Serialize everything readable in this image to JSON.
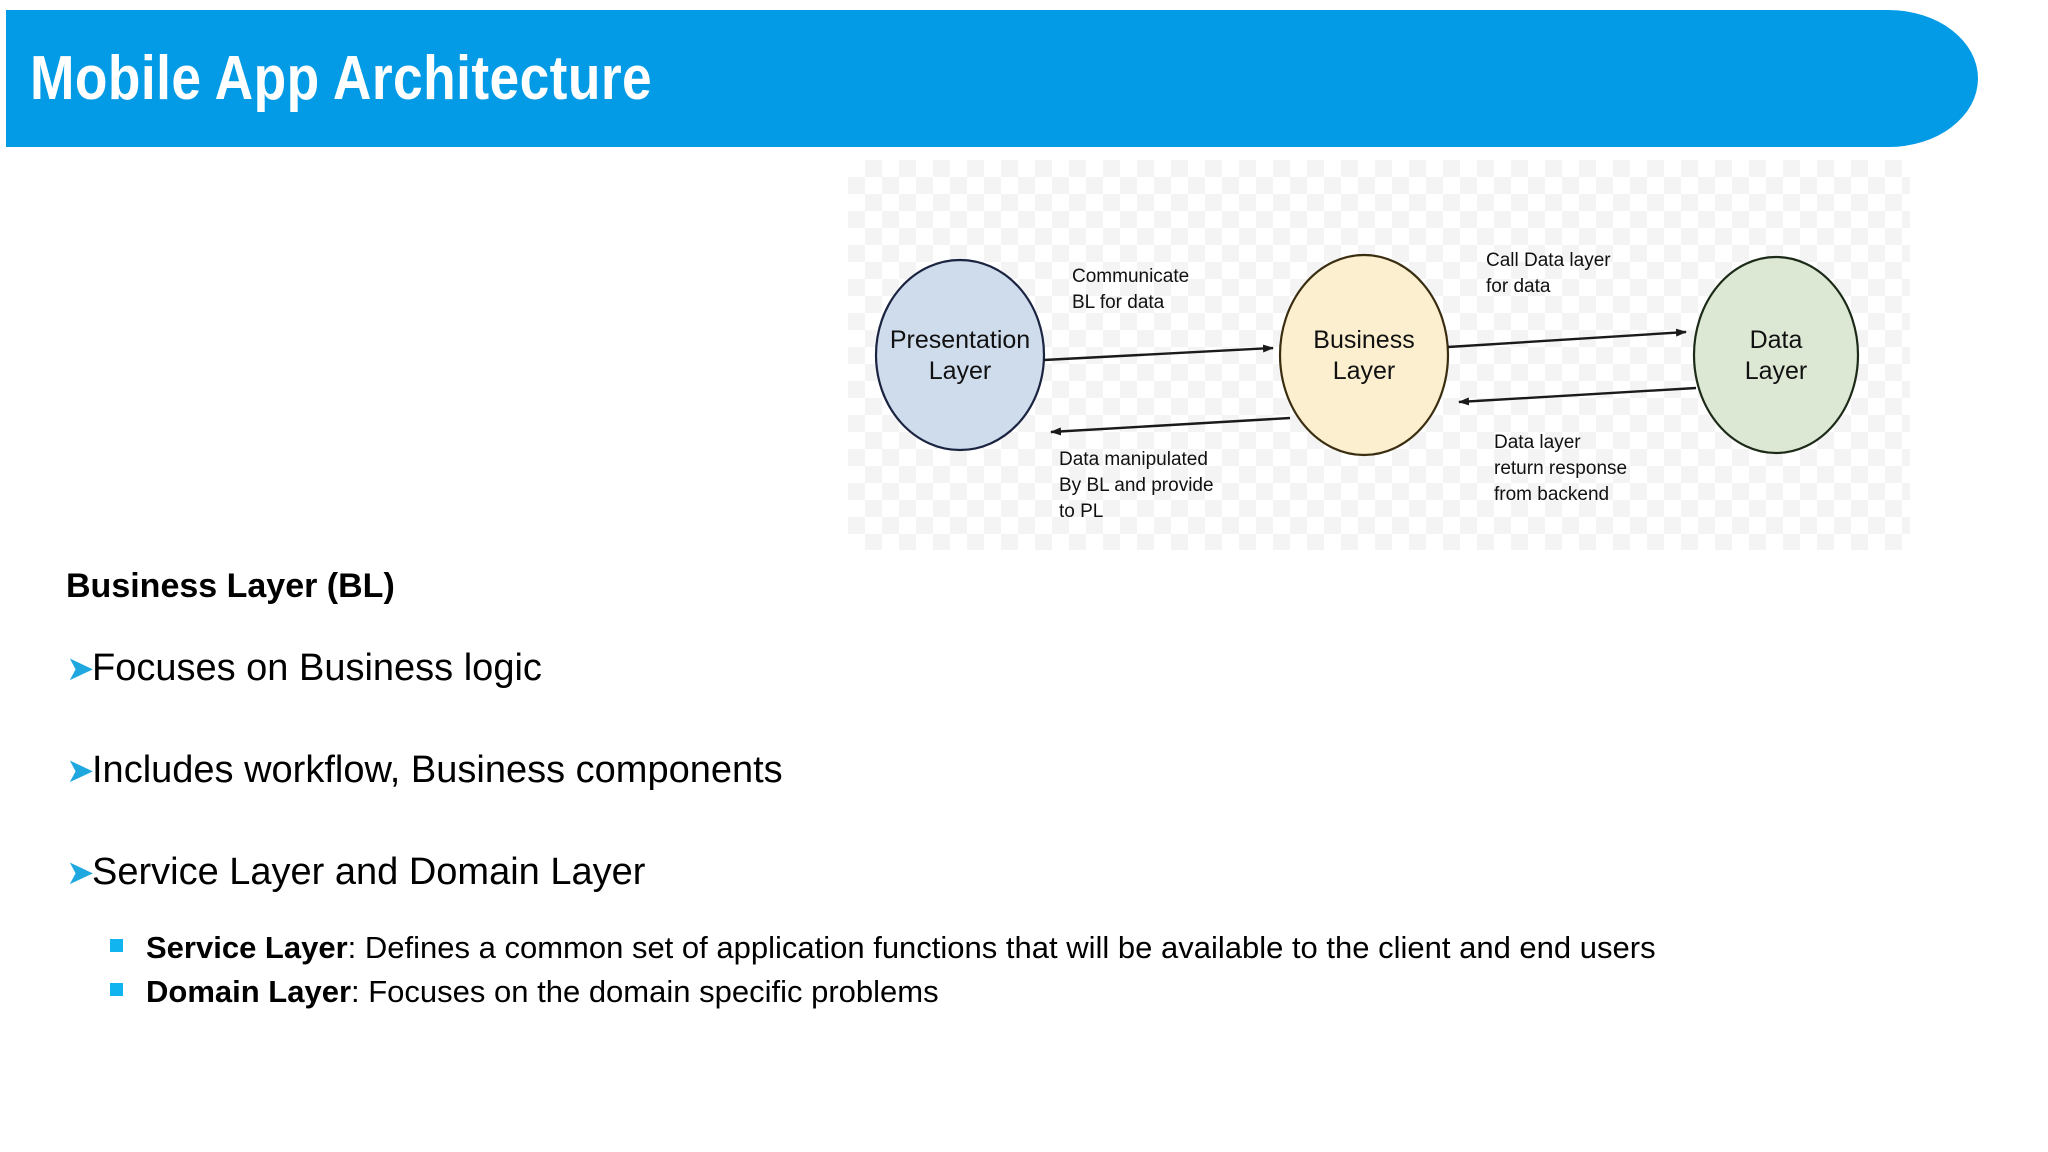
{
  "slide": {
    "title": "Mobile App Architecture",
    "banner_color": "#039be5",
    "title_color": "#ffffff"
  },
  "diagram": {
    "alt_name": "three-layer-architecture-diagram",
    "nodes": [
      {
        "id": "presentation",
        "label_line1": "Presentation",
        "label_line2": "Layer",
        "fill": "#cfdcec",
        "stroke": "#1a2340"
      },
      {
        "id": "business",
        "label_line1": "Business",
        "label_line2": "Layer",
        "fill": "#fbefd0",
        "stroke": "#3a2d10"
      },
      {
        "id": "data",
        "label_line1": "Data",
        "label_line2": "Layer",
        "fill": "#dde8d4",
        "stroke": "#1c2a18"
      }
    ],
    "edges": [
      {
        "id": "pl-to-bl",
        "from": "presentation",
        "to": "business",
        "line1": "Communicate",
        "line2": "BL for data",
        "line3": ""
      },
      {
        "id": "bl-to-pl",
        "from": "business",
        "to": "presentation",
        "line1": "Data manipulated",
        "line2": "By BL and provide",
        "line3": "to PL"
      },
      {
        "id": "bl-to-dl",
        "from": "business",
        "to": "data",
        "line1": "Call Data layer",
        "line2": "for data",
        "line3": ""
      },
      {
        "id": "dl-to-bl",
        "from": "data",
        "to": "business",
        "line1": "Data layer",
        "line2": "return response",
        "line3": "from backend"
      }
    ]
  },
  "content": {
    "heading": "Business Layer (BL)",
    "bullet_marker": "➤",
    "bullets": [
      {
        "text": "Focuses on Business logic"
      },
      {
        "text": "Includes workflow, Business components"
      },
      {
        "text": "Service Layer and Domain Layer"
      }
    ],
    "subbullets": [
      {
        "label": "Service Layer",
        "rest": ": Defines a common set of application functions that will be available to the client and end users"
      },
      {
        "label": "Domain Layer",
        "rest": ": Focuses on the domain specific problems"
      }
    ]
  }
}
